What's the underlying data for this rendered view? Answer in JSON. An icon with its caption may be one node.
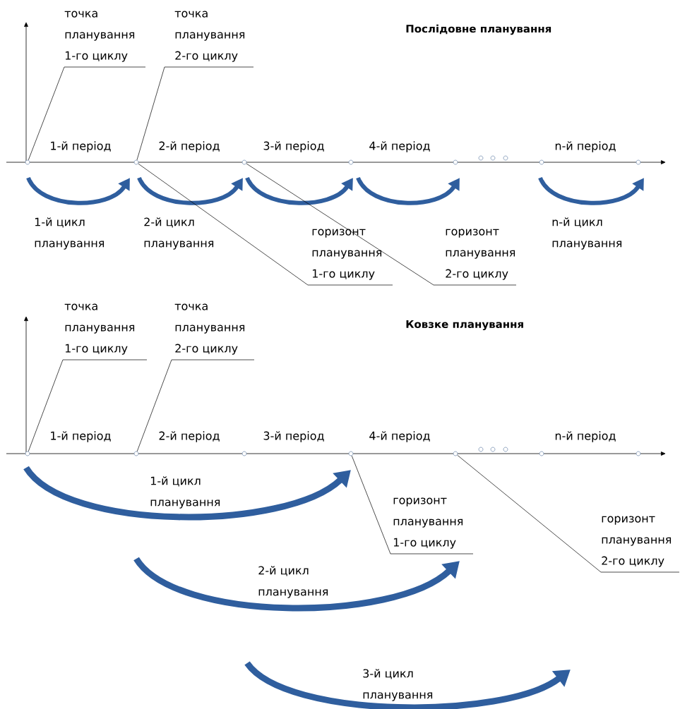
{
  "diagram": {
    "nodes": [
      {
        "text": [
          "точка планування 1-го циклу"
        ]
      },
      {
        "text": [
          "точка планування 2-го циклу"
        ]
      },
      {
        "text": [],
        "shape": "circle"
      },
      {
        "text": [],
        "shape": "circle"
      },
      {
        "text": [],
        "shape": "circle"
      },
      {
        "text": [],
        "shape": "circle"
      },
      {
        "text": [],
        "shape": "circle"
      },
      {
        "text": [],
        "shape": "circle"
      },
      {
        "text": [],
        "shape": "circle"
      },
      {
        "text": [
          "горизонт планування 1-го циклу"
        ]
      },
      {
        "text": [
          "горизонт планування 2-го циклу"
        ]
      },
      {
        "text": [
          "точка планування 1-го циклу"
        ]
      },
      {
        "text": [
          "точка планування 2-го циклу"
        ]
      },
      {
        "text": [],
        "shape": "circle"
      },
      {
        "text": [],
        "shape": "circle"
      },
      {
        "text": [],
        "shape": "circle"
      },
      {
        "text": [],
        "shape": "circle"
      },
      {
        "text": [],
        "shape": "circle"
      },
      {
        "text": [],
        "shape": "circle"
      },
      {
        "text": [],
        "shape": "circle"
      },
      {
        "text": [
          "горизонт планування 1-го циклу"
        ]
      },
      {
        "text": [
          "горизонт планування 2-го циклу"
        ]
      }
    ],
    "edges": [
      {
        "from": 0,
        "to": 2,
        "arrow": "none"
      },
      {
        "from": 1,
        "to": 3,
        "arrow": "none"
      },
      {
        "from": 9,
        "to": 3,
        "arrow": "none"
      },
      {
        "from": 10,
        "to": 4,
        "arrow": "none"
      },
      {
        "from": 11,
        "to": 13,
        "arrow": "none"
      },
      {
        "from": 12,
        "to": 14,
        "arrow": "none"
      },
      {
        "from": 20,
        "to": 16,
        "arrow": "none"
      },
      {
        "from": 21,
        "to": 17,
        "arrow": "none"
      }
    ],
    "labels": [
      "Послідовне планування",
      "1-й період",
      "2-й період",
      "3-й період",
      "4-й період",
      "n-й період",
      "1-й цикл планування",
      "2-й цикл планування",
      "n-й цикл планування",
      "Ковзке планування",
      "1-й період",
      "2-й період",
      "3-й період",
      "4-й період",
      "n-й період",
      "1-й цикл планування",
      "2-й цикл планування",
      "3-й цикл планування"
    ]
  }
}
